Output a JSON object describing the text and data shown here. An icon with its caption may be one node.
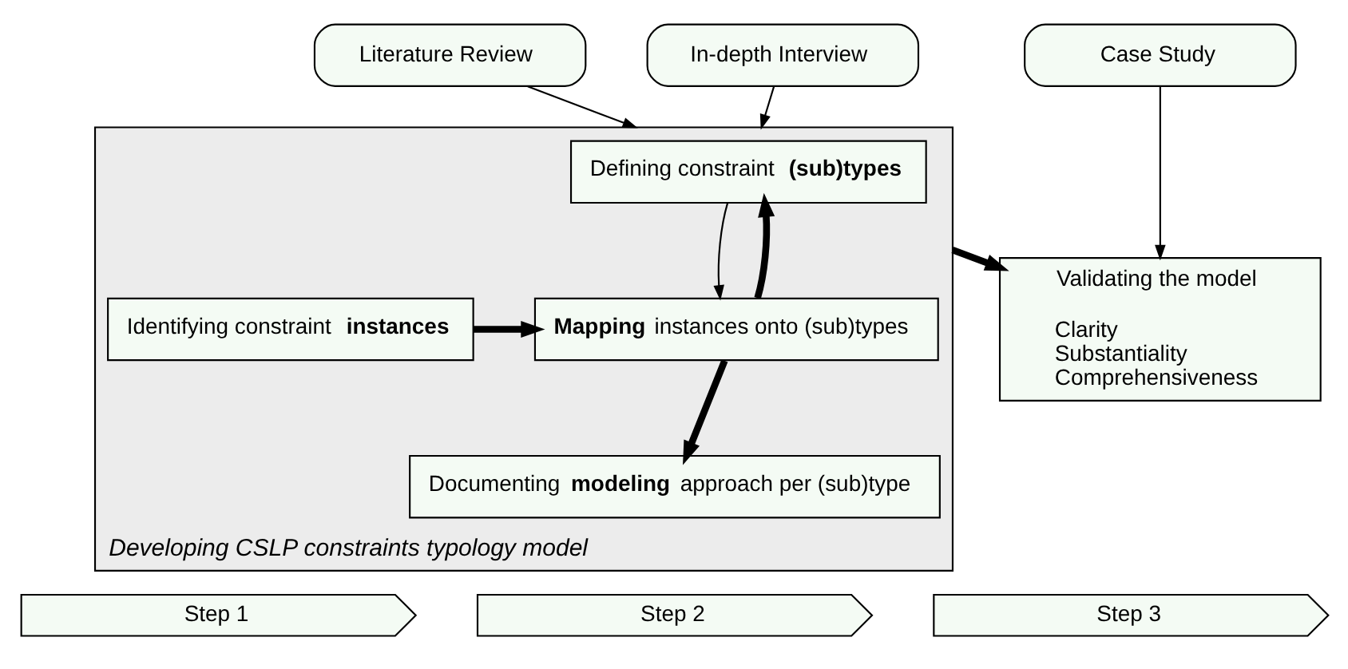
{
  "diagram": {
    "nodes": [
      {
        "text": [
          "Literature Review"
        ]
      },
      {
        "text": [
          "In-depth Interview"
        ]
      },
      {
        "text": [
          "Case Study"
        ]
      },
      {
        "text": [
          "Developing CSLP constraints typology model"
        ]
      },
      {
        "text": [
          "Defining constraint **(sub)types**"
        ],
        "in": 3
      },
      {
        "text": [
          "Identifying constraint **instances**"
        ],
        "in": 3
      },
      {
        "text": [
          "**Mapping** instances onto (sub)types"
        ],
        "in": 3
      },
      {
        "text": [
          "Documenting **modeling** approach per (sub)type"
        ],
        "in": 3
      },
      {
        "text": [
          "Validating the model",
          "Clarity",
          "Substantiality",
          "Comprehensiveness"
        ]
      },
      {
        "text": [
          "Step 1"
        ]
      },
      {
        "text": [
          "Step 2"
        ]
      },
      {
        "text": [
          "Step 3"
        ]
      }
    ],
    "edges": [
      {
        "from": 0,
        "to": 3,
        "arrow": "to"
      },
      {
        "from": 1,
        "to": 3,
        "arrow": "to"
      },
      {
        "from": 2,
        "to": 8,
        "arrow": "to"
      },
      {
        "from": 4,
        "to": 6,
        "arrow": "to"
      },
      {
        "from": 5,
        "to": 6,
        "arrow": "to",
        "style": "thick"
      },
      {
        "from": 6,
        "to": 4,
        "arrow": "to",
        "style": "thick"
      },
      {
        "from": 6,
        "to": 7,
        "arrow": "to",
        "style": "thick"
      },
      {
        "from": 3,
        "to": 8,
        "arrow": "to",
        "style": "thick"
      }
    ]
  }
}
